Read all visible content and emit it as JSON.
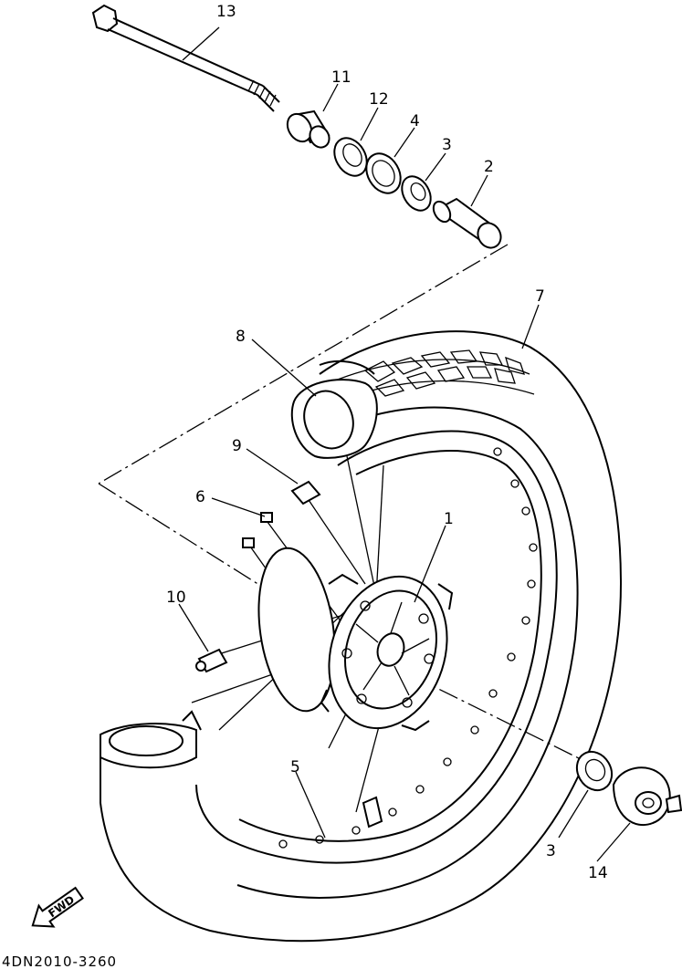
{
  "diagram": {
    "drawing_code": "4DN2010-3260",
    "fwd_label": "FWD",
    "callouts": [
      {
        "id": "13",
        "label": "13"
      },
      {
        "id": "11",
        "label": "11"
      },
      {
        "id": "12",
        "label": "12"
      },
      {
        "id": "4",
        "label": "4"
      },
      {
        "id": "3a",
        "label": "3"
      },
      {
        "id": "2",
        "label": "2"
      },
      {
        "id": "7",
        "label": "7"
      },
      {
        "id": "8",
        "label": "8"
      },
      {
        "id": "9",
        "label": "9"
      },
      {
        "id": "6",
        "label": "6"
      },
      {
        "id": "1",
        "label": "1"
      },
      {
        "id": "10",
        "label": "10"
      },
      {
        "id": "5",
        "label": "5"
      },
      {
        "id": "3b",
        "label": "3"
      },
      {
        "id": "14",
        "label": "14"
      }
    ]
  },
  "colors": {
    "ink": "#000000",
    "paper": "#ffffff"
  }
}
